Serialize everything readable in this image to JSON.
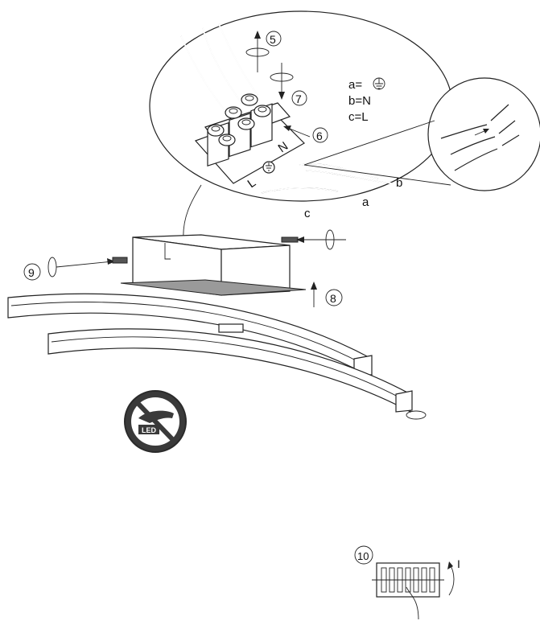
{
  "steps": {
    "s5": "5",
    "s6": "6",
    "s7": "7",
    "s8": "8",
    "s9": "9",
    "s10": "10"
  },
  "legend": {
    "a": "a=",
    "b": "b=N",
    "c": "c=L"
  },
  "wires": {
    "a": "a",
    "b": "b",
    "c": "c"
  },
  "terminal_marks": {
    "L": "L",
    "N": "N"
  },
  "warning_badge": {
    "text": "LED",
    "icon": "no-touch-led-icon"
  },
  "switch_mark": "I",
  "colors": {
    "line": "#222222",
    "badge_dark": "#3a3a3a",
    "badge_ring": "#2a2a2a"
  }
}
